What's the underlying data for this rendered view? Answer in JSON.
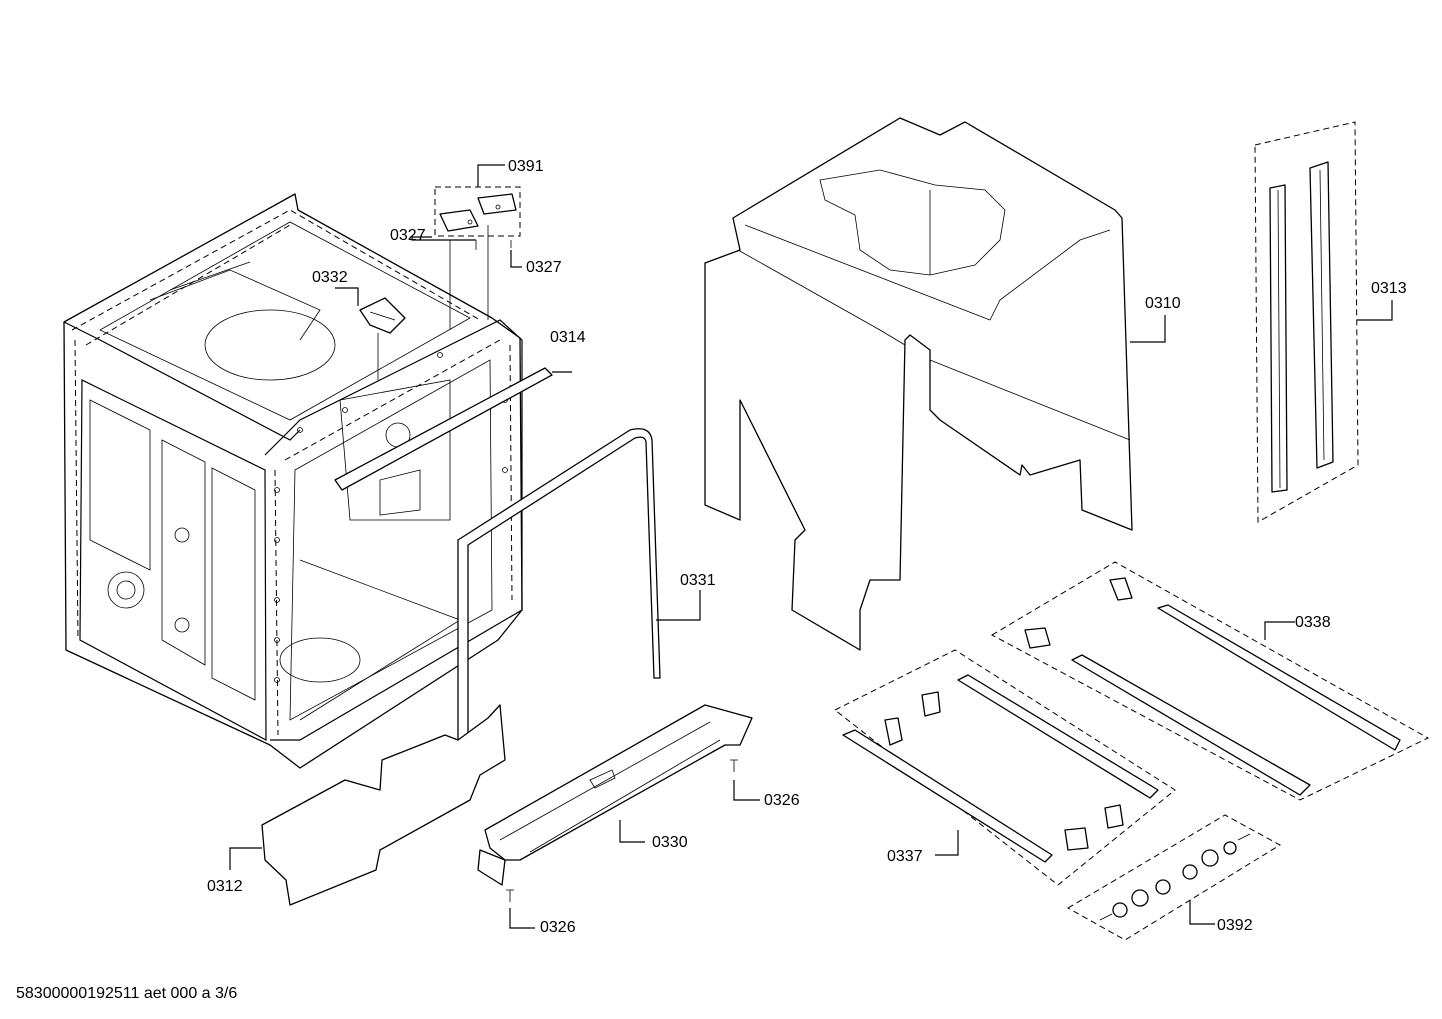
{
  "diagram": {
    "footer": "58300000192511 aet 000 a 3/6",
    "labels": {
      "l0391": "0391",
      "l0327a": "0327",
      "l0327b": "0327",
      "l0332": "0332",
      "l0314": "0314",
      "l0310": "0310",
      "l0313": "0313",
      "l0331": "0331",
      "l0338": "0338",
      "l0326a": "0326",
      "l0330": "0330",
      "l0312": "0312",
      "l0326b": "0326",
      "l0337": "0337",
      "l0392": "0392"
    }
  }
}
